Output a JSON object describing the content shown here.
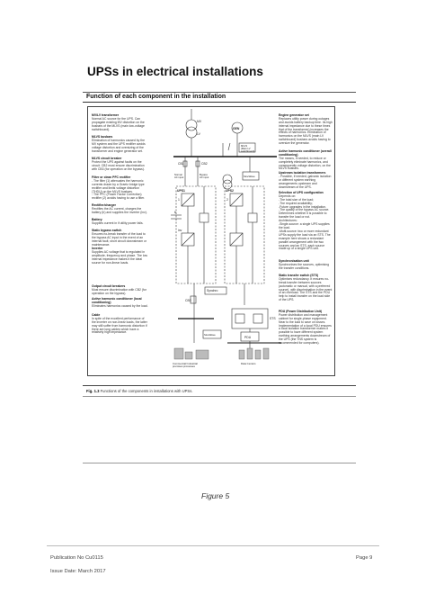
{
  "heading": "UPSs in electrical installations",
  "figure_title": "Function of each component in the installation",
  "left_labels": [
    {
      "title": "MV/LV transformer",
      "body": "Normal AC source for the UPS. Can propagate existing MV distortion on the busbars of the MLVS (main low-voltage switchboard)."
    },
    {
      "title": "MLVS busbars",
      "body": "Elimination of harmonics caused by the MV system and the UPS rectifier avoids voltage distortion and oversizing of the transformer and engine generator set."
    },
    {
      "title": "MLVS circuit breaker",
      "body": "Protect the UPS against faults on the circuit. CB2 must ensure discrimination with CB3 (for operation on the bypass)."
    },
    {
      "title": "Filter or clean PFC rectifier",
      "body": "- The filter (1) attenuates the harmonic currents drawn by a Graetz bridge type rectifier and limits voltage distortion (THDU) on the MLVS busbars.\n- The PFC (Power Factor Correction) rectifier (2) avoids having to use a filter."
    },
    {
      "title": "Rectifier/charger",
      "body": "Rectifies the AC current, charges the battery (b) and supplies the inverter (inv)."
    },
    {
      "title": "Battery",
      "body": "Supplies current in if utility power fails."
    },
    {
      "title": "Static bypass switch",
      "body": "Ensures no-break transfer of the load to the bypass AC input in the event of an internal fault, short circuit downstream or maintenance."
    },
    {
      "title": "Inverter",
      "body": "Supplies AC voltage that is regulated in amplitude, frequency and phase. The low internal impedance makes it the ideal source for non-linear loads."
    },
    {
      "title": "Output circuit breakers",
      "body": "Must ensure discrimination with CB2 (for operation on the bypass)."
    },
    {
      "title": "Active harmonic conditioner (local conditioning)",
      "body": "Eliminates harmonics caused by the load."
    },
    {
      "title": "Cable",
      "body": "In spite of the excellent performance of the inverter on non-linear loads, the latter may still suffer from harmonic distortion if there are long cables which have a relatively high impedance."
    }
  ],
  "right_labels": [
    {
      "title": "Engine generator set",
      "body": "Replaces utility power during outages and avoids battery backup time. Its high internal impedance due to these times that of the transformer) increases the effects of harmonics. Elimination of harmonics on the MLVS (main LV switchboard) busbars avoids having to oversize the generator."
    },
    {
      "title": "Active harmonic conditioner (overall conditioning)",
      "body": "The means, if needed, to reduce or completely eliminate harmonics, and consequently voltage distortion, on the MLVS busbars."
    },
    {
      "title": "Upstream isolation transformers",
      "body": "- Possible, if needed, galvanic isolation or different system earthing arrangements upstream and downstream of the UPS."
    },
    {
      "title": "Selection of UPS configuration",
      "body": "Depends on:\n-The total size of the load;\n-The required availability;\n-Future upgrades in the installation.\n-The quality of the bypass AC source.\nDetermines whether it is possible to transfer the load or not.\nArchitectures:\n-Single-source: a single UPS supplies the load.\n-Multi-source: two or more redundant UPSs supply the load via an STS. The example here shows a redundant parallel arrangement with the two sources and an STS, each source made up of a single UPS unit."
    },
    {
      "title": "Synchronisation unit",
      "body": "Synchronises the sources, optimising the transfer conditions."
    },
    {
      "title": "Static transfer switch (STS)",
      "body": "Optimises redundancy. It ensures no-break transfer between sources (automatic or manual, with a preferred source), with discrimination in the event of an overload. The STS and the PDU help to install transfer on the load side of the UPS."
    },
    {
      "title": "PDU (Power Distribution Unit)",
      "body": "Power distribution and management cabinet for single-phase equipment. Near to the load to save on losses. Implementation of a local PDU ensures a local isolation transformer makes it possible to have different system earthing arrangements downstream of the UPS (the TNS system is recommended for computers)."
    }
  ],
  "diagram": {
    "mv": "MV",
    "lv": "LV",
    "gen": "GEN",
    "mlvs": "MLVS\n(Main LV\nswitchboard)",
    "cb1": "CB1",
    "cb2": "CB2",
    "cb3": "CB3",
    "normal_ac": "Normal\nAC input",
    "bypass_ac": "Bypass\nAC input",
    "sinewave": "SineWave",
    "ups1": "UPS1",
    "ups2": "UPS2",
    "synchro": "Synchro",
    "sts": "STS",
    "pdu": "PDU",
    "sinewave2": "SineWave",
    "loads_left": "Commercial/ Industrial\npremises  processes",
    "loads_right": "Data Centers",
    "b": "b",
    "inv": "inv",
    "one": "1",
    "two": "2"
  },
  "caption_num": "Fig. 1.3",
  "caption_text": "Functions of the components in installations with UPSs.",
  "figure_label": "Figure 5",
  "footer": {
    "publication": "Publication No Cu0115",
    "issue": "Issue Date:    March 2017",
    "page": "Page 9"
  }
}
